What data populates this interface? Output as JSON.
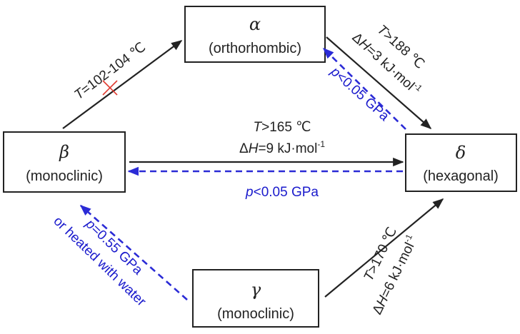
{
  "phases": {
    "alpha": {
      "symbol": "α",
      "name": "(orthorhombic)"
    },
    "beta": {
      "symbol": "β",
      "name": "(monoclinic)"
    },
    "gamma": {
      "symbol": "γ",
      "name": "(monoclinic)"
    },
    "delta": {
      "symbol": "δ",
      "name": "(hexagonal)"
    }
  },
  "transitions": {
    "beta_to_alpha": {
      "t_var": "T",
      "t_value": "=102-104 ℃",
      "blocked": true
    },
    "alpha_to_delta": {
      "t_var": "T",
      "t_value": ">188 ℃",
      "h_prefix": "Δ",
      "h_var": "H",
      "h_value": "=3 kJ·mol",
      "h_exp": "-1"
    },
    "delta_to_alpha": {
      "p_var": "p",
      "p_value": "<0.05 GPa"
    },
    "beta_to_delta": {
      "t_var": "T",
      "t_value": ">165 ℃",
      "h_prefix": "Δ",
      "h_var": "H",
      "h_value": "=9 kJ·mol",
      "h_exp": "-1"
    },
    "delta_to_beta": {
      "p_var": "p",
      "p_value": "<0.05 GPa"
    },
    "gamma_to_beta": {
      "p_var": "p",
      "p_value": "=0.55 GPa",
      "alt": "or heated with water"
    },
    "gamma_to_delta": {
      "t_var": "T",
      "t_value": ">170 ℃",
      "h_prefix": "Δ",
      "h_var": "H",
      "h_value": "=6 kJ·mol",
      "h_exp": "-1"
    }
  },
  "colors": {
    "solid_arrow": "#222222",
    "dashed_arrow": "#2b2bd6",
    "blocked_cross": "#e03a2f"
  }
}
